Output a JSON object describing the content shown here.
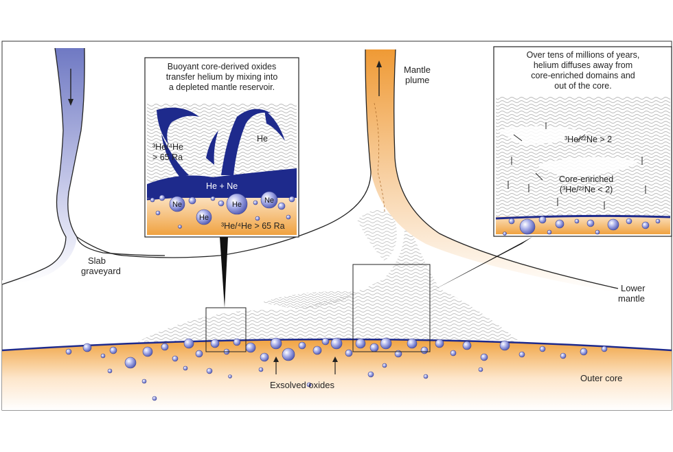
{
  "labels": {
    "slab": [
      "Slab",
      "graveyard"
    ],
    "mantle_plume": [
      "Mantle",
      "plume"
    ],
    "lower_mantle": [
      "Lower",
      "mantle"
    ],
    "outer_core": "Outer core",
    "exsolved_oxides": "Exsolved oxides"
  },
  "left_inset": {
    "caption": [
      "Buoyant core-derived oxides",
      "transfer helium by mixing into",
      "a depleted mantle reservoir."
    ],
    "he_ratio_upper": [
      "³He/⁴He",
      "> 65 Ra"
    ],
    "he_label": "He",
    "he_ne_label": "He + Ne",
    "bubble_labels": [
      "Ne",
      "He",
      "Ne",
      "He"
    ],
    "he_ratio_lower": "³He/⁴He > 65 Ra"
  },
  "right_inset": {
    "caption": [
      "Over tens of millions of years,",
      "helium diffuses away from",
      "core-enriched domains and",
      "out of the core."
    ],
    "he_ne_gt": "³He/²²Ne > 2",
    "core_enriched": [
      "Core-enriched",
      "(³He/²²Ne < 2)"
    ]
  },
  "colors": {
    "core": "#f0a240",
    "core_light": "#fbe3c4",
    "slab": "#7d86c8",
    "mantle_blue": "#1e2a8c",
    "bubble": "#8f95db",
    "frame": "#2b2b2b",
    "marble": "#bdbdbd"
  }
}
